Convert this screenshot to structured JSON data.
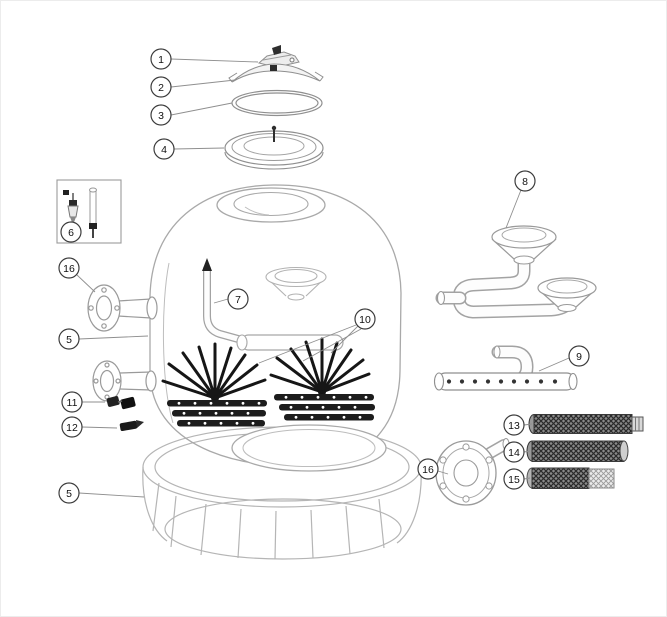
{
  "diagram": {
    "kind": "exploded-parts-diagram",
    "callouts": [
      {
        "label": "1"
      },
      {
        "label": "2"
      },
      {
        "label": "3"
      },
      {
        "label": "4"
      },
      {
        "label": "6"
      },
      {
        "label": "16"
      },
      {
        "label": "5"
      },
      {
        "label": "7"
      },
      {
        "label": "8"
      },
      {
        "label": "10"
      },
      {
        "label": "9"
      },
      {
        "label": "11"
      },
      {
        "label": "12"
      },
      {
        "label": "13"
      },
      {
        "label": "14"
      },
      {
        "label": "15"
      },
      {
        "label": "16"
      },
      {
        "label": "5"
      }
    ],
    "colors": {
      "outline": "#a9a9a9",
      "dark_part": "#1a1a1a",
      "callout_stroke": "#3d3d3d",
      "background": "#ffffff"
    }
  }
}
